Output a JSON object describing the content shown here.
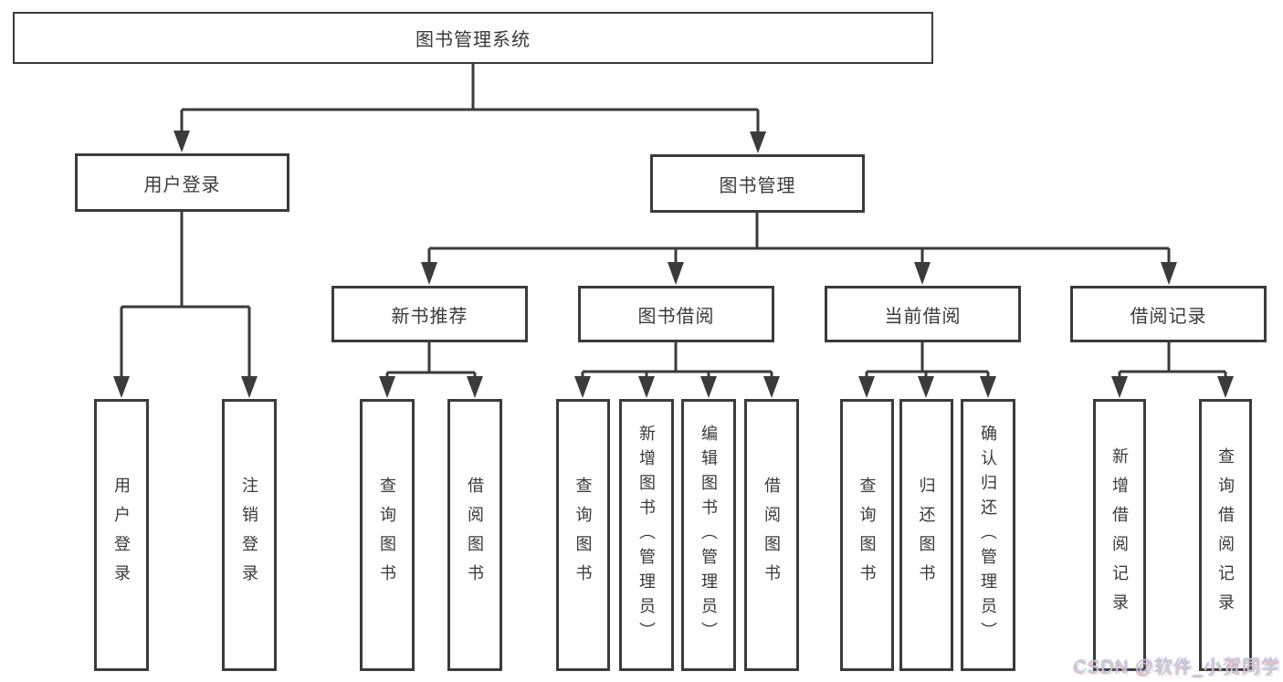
{
  "tree": {
    "root": "图书管理系统",
    "login_branch": {
      "label": "用户登录",
      "children": [
        "用户登录",
        "注销登录"
      ]
    },
    "mgmt_branch": {
      "label": "图书管理",
      "groups": [
        {
          "label": "新书推荐",
          "children": [
            "查询图书",
            "借阅图书"
          ]
        },
        {
          "label": "图书借阅",
          "children": [
            "查询图书",
            "新增图书（管理员）",
            "编辑图书（管理员）",
            "借阅图书"
          ]
        },
        {
          "label": "当前借阅",
          "children": [
            "查询图书",
            "归还图书",
            "确认归还（管理员）"
          ]
        },
        {
          "label": "借阅记录",
          "children": [
            "新增借阅记录",
            "查询借阅记录"
          ]
        }
      ]
    }
  },
  "watermark": "CSDN @软件_小贺同学",
  "colors": {
    "line": "#3b3b3b",
    "text": "#3a3a3a",
    "box_fill": "#fefefe",
    "watermark": "#c9cdd5"
  }
}
